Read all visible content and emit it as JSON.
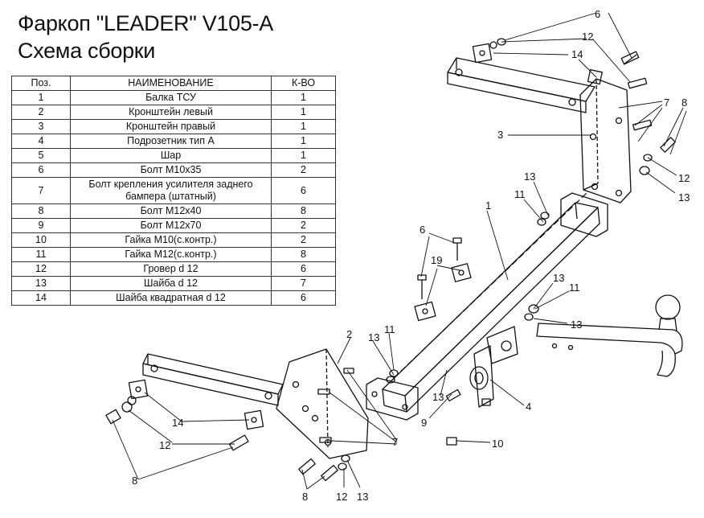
{
  "title": "Фаркоп \"LEADER\" V105-A",
  "subtitle": "Схема сборки",
  "table": {
    "headers": [
      "Поз.",
      "НАИМЕНОВАНИЕ",
      "К-ВО"
    ],
    "rows": [
      [
        "1",
        "Балка ТСУ",
        "1"
      ],
      [
        "2",
        "Кронштейн левый",
        "1"
      ],
      [
        "3",
        "Кронштейн правый",
        "1"
      ],
      [
        "4",
        "Подрозетник тип А",
        "1"
      ],
      [
        "5",
        "Шар",
        "1"
      ],
      [
        "6",
        "Болт М10х35",
        "2"
      ],
      [
        "7",
        "Болт крепления усилителя заднего бампера (штатный)",
        "6"
      ],
      [
        "8",
        "Болт М12х40",
        "8"
      ],
      [
        "9",
        "Болт М12х70",
        "2"
      ],
      [
        "10",
        "Гайка М10(с.контр.)",
        "2"
      ],
      [
        "11",
        "Гайка М12(с.контр.)",
        "8"
      ],
      [
        "12",
        "Гровер d 12",
        "6"
      ],
      [
        "13",
        "Шайба d 12",
        "7"
      ],
      [
        "14",
        "Шайба квадратная d 12",
        "6"
      ]
    ]
  },
  "callouts": [
    "1",
    "2",
    "3",
    "4",
    "6",
    "7",
    "8",
    "9",
    "10",
    "11",
    "12",
    "13",
    "14",
    "19"
  ],
  "colors": {
    "line": "#111111",
    "background": "#ffffff"
  }
}
